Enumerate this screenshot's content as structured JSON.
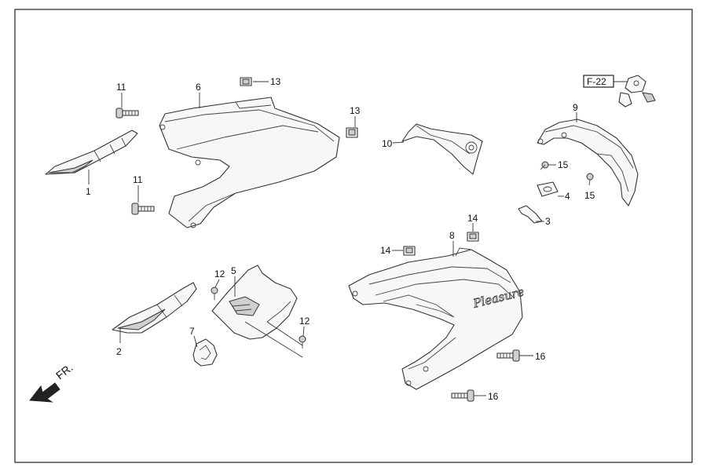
{
  "callouts": {
    "c1": "1",
    "c2": "2",
    "c3": "3",
    "c4": "4",
    "c5": "5",
    "c6": "6",
    "c7": "7",
    "c8": "8",
    "c9": "9",
    "c10": "10",
    "c11a": "11",
    "c11b": "11",
    "c12a": "12",
    "c12b": "12",
    "c13a": "13",
    "c13b": "13",
    "c14a": "14",
    "c14b": "14",
    "c15a": "15",
    "c15b": "15",
    "c16a": "16",
    "c16b": "16"
  },
  "reference_box": "F-22",
  "direction_label": "FR.",
  "brand_mark": "Pleasure",
  "icons": {
    "front_arrow": "arrow-down-left-icon"
  }
}
